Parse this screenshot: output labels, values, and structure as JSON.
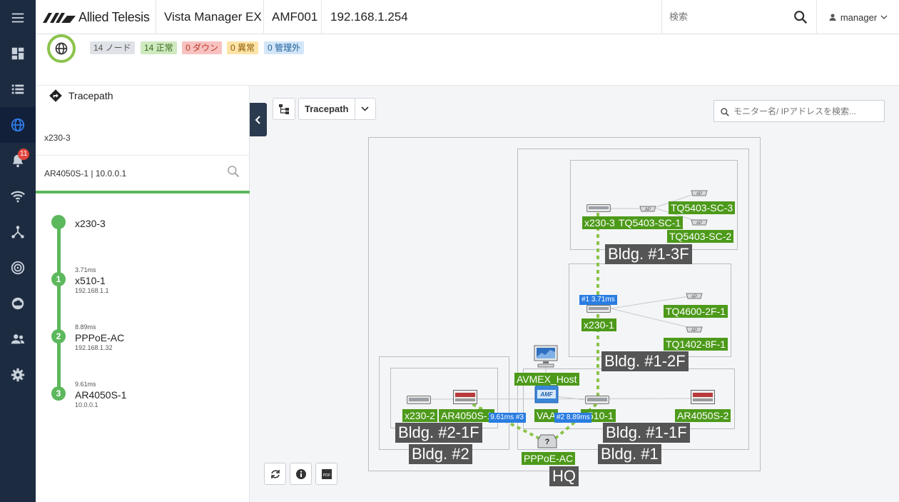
{
  "rail": {
    "notifications_count": "11"
  },
  "header": {
    "brand": "Allied Telesis",
    "product": "Vista Manager EX",
    "amf_name": "AMF001",
    "ip": "192.168.1.254",
    "search_placeholder": "検索",
    "user": "manager"
  },
  "summary": {
    "nodes": "14 ノード",
    "normal": "14 正常",
    "down": "0 ダウン",
    "abnormal": "0 異常",
    "unmanaged": "0 管理外"
  },
  "panel": {
    "title": "Tracepath",
    "source": "x230-3",
    "target": "AR4050S-1 | 10.0.0.1",
    "hops": [
      {
        "step": "",
        "ms": "",
        "name": "x230-3",
        "ip": ""
      },
      {
        "step": "1",
        "ms": "3.71ms",
        "name": "x510-1",
        "ip": "192.168.1.1"
      },
      {
        "step": "2",
        "ms": "8.89ms",
        "name": "PPPoE-AC",
        "ip": "192.168.1.32"
      },
      {
        "step": "3",
        "ms": "9.61ms",
        "name": "AR4050S-1",
        "ip": "10.0.0.1"
      }
    ]
  },
  "toolbar": {
    "mode": "Tracepath",
    "search_placeholder": "モニター名/ IPアドレスを検索..."
  },
  "map": {
    "groups": {
      "hq": "HQ",
      "bldg1": "Bldg. #1",
      "bldg1_3f": "Bldg. #1-3F",
      "bldg1_2f": "Bldg. #1-2F",
      "bldg1_1f": "Bldg. #1-1F",
      "bldg2": "Bldg. #2",
      "bldg2_1f": "Bldg. #2-1F"
    },
    "nodes": {
      "tq5403_sc3": "TQ5403-SC-3",
      "tq5403_sc1": "TQ5403-SC-1",
      "tq5403_sc2": "TQ5403-SC-2",
      "x230_3": "x230-3",
      "tq4600_2f1": "TQ4600-2F-1",
      "tq1402_8f1": "TQ1402-8F-1",
      "x230_1": "x230-1",
      "avmex_host": "AVMEX_Host",
      "vaa": "VAA",
      "x510_1": "x510-1",
      "ar4050s_2": "AR4050S-2",
      "x230_2": "x230-2",
      "ar4050s_1": "AR4050S-1",
      "pppoe_ac": "PPPoE-AC"
    },
    "hops": {
      "h1": "#1 3.71ms",
      "h2": "#2 8.89ms",
      "h3": "#3 9.61ms"
    }
  }
}
